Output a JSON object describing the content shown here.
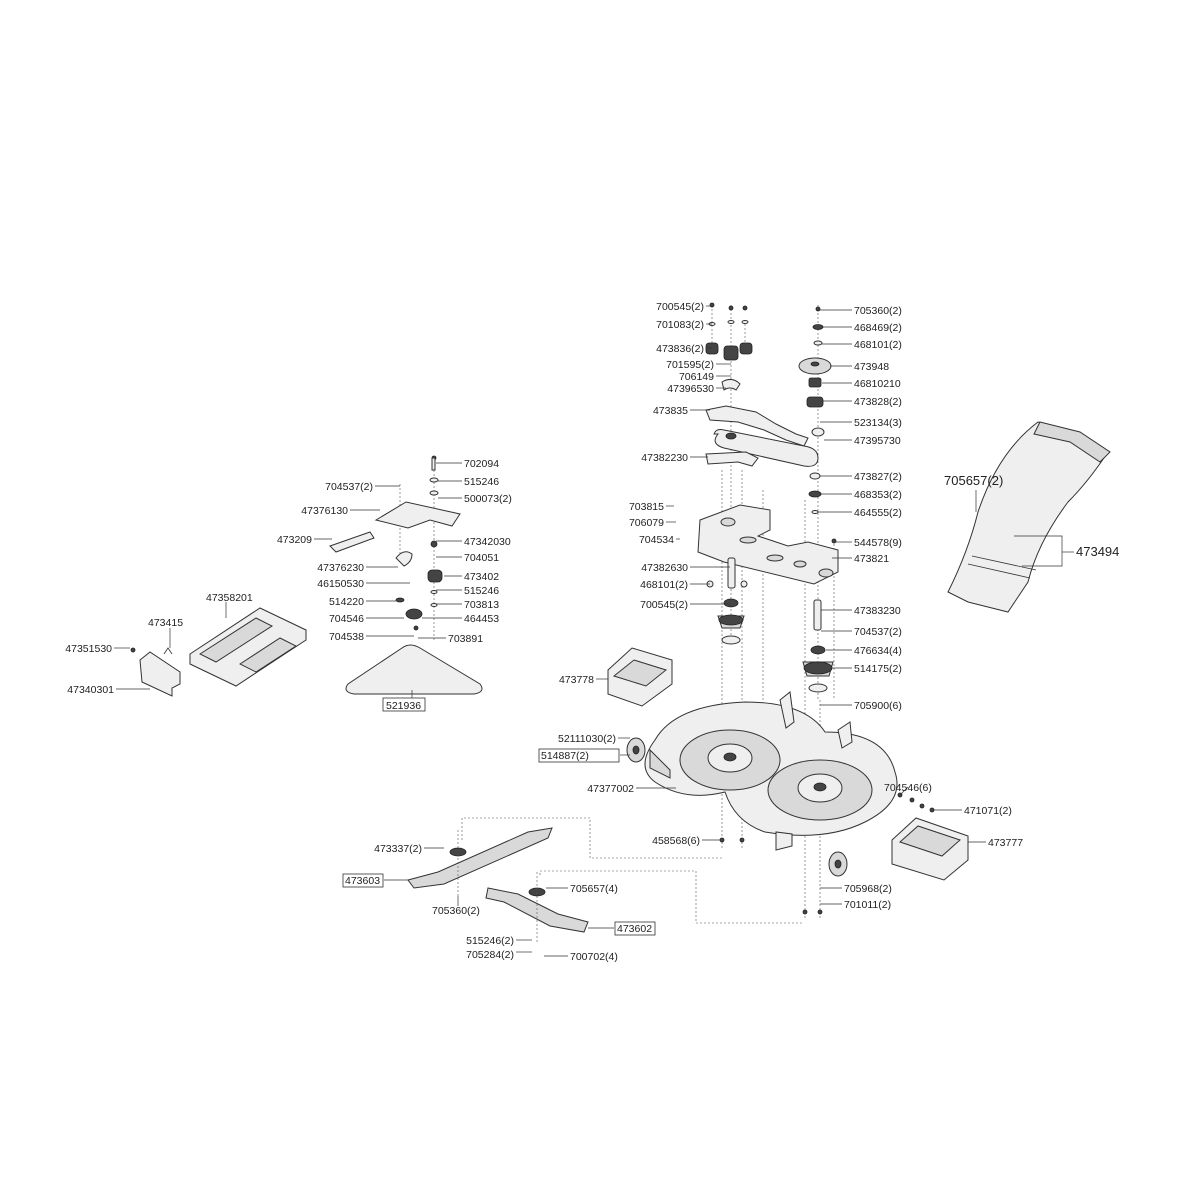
{
  "labels": {
    "l_700545_top": "700545(2)",
    "l_701083": "701083(2)",
    "l_473836": "473836(2)",
    "l_701595": "701595(2)",
    "l_706149": "706149",
    "l_47396530": "47396530",
    "l_473835": "473835",
    "l_47382230": "47382230",
    "l_703815": "703815",
    "l_706079": "706079",
    "l_704534": "704534",
    "l_47382630": "47382630",
    "l_468101_mid": "468101(2)",
    "l_700545_mid": "700545(2)",
    "l_705360_top": "705360(2)",
    "l_468469": "468469(2)",
    "l_468101_top": "468101(2)",
    "l_473948": "473948",
    "l_46810210": "46810210",
    "l_473828": "473828(2)",
    "l_523134": "523134(3)",
    "l_47395730": "47395730",
    "l_473827": "473827(2)",
    "l_468353": "468353(2)",
    "l_464555": "464555(2)",
    "l_544578": "544578(9)",
    "l_473821": "473821",
    "l_47383230": "47383230",
    "l_704537_right": "704537(2)",
    "l_476634": "476634(4)",
    "l_514175": "514175(2)",
    "l_705657_chute": "705657(2)",
    "l_473494": "473494",
    "l_702094": "702094",
    "l_515246_a": "515246",
    "l_704537_left": "704537(2)",
    "l_500073": "500073(2)",
    "l_47376130": "47376130",
    "l_47342030": "47342030",
    "l_473209": "473209",
    "l_704051": "704051",
    "l_47376230": "47376230",
    "l_473402": "473402",
    "l_46150530": "46150530",
    "l_515246_b": "515246",
    "l_514220": "514220",
    "l_703813": "703813",
    "l_704546_left": "704546",
    "l_464453": "464453",
    "l_704538": "704538",
    "l_703891": "703891",
    "l_521936": "521936",
    "l_47358201": "47358201",
    "l_473415": "473415",
    "l_47351530": "47351530",
    "l_47340301": "47340301",
    "l_473778": "473778",
    "l_705900": "705900(6)",
    "l_52111030": "52111030(2)",
    "l_514887": "514887(2)",
    "l_47377002": "47377002",
    "l_704546_right": "704546(6)",
    "l_471071": "471071(2)",
    "l_458568": "458568(6)",
    "l_473777": "473777",
    "l_705968": "705968(2)",
    "l_701011": "701011(2)",
    "l_473337": "473337(2)",
    "l_473603": "473603",
    "l_705360_blade": "705360(2)",
    "l_705657_blade": "705657(4)",
    "l_473602": "473602",
    "l_515246_c": "515246(2)",
    "l_705284": "705284(2)",
    "l_700702": "700702(4)"
  }
}
